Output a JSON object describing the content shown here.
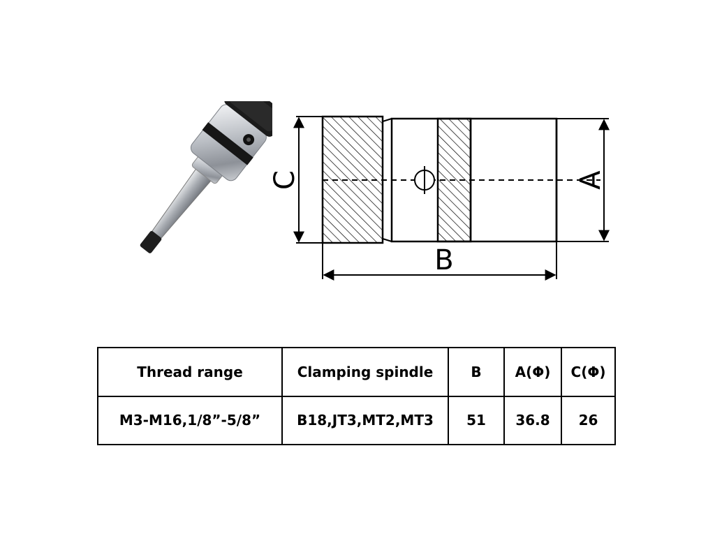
{
  "drawing": {
    "dimension_labels": {
      "a": "A",
      "b": "B",
      "c": "C"
    },
    "hole_symbol": "diameter-symbol"
  },
  "photo": {
    "subject": "tap-chuck-with-morse-taper-shank",
    "colors": {
      "steel": "#b8bcc2",
      "dark": "#1a1a1a"
    }
  },
  "table": {
    "headers": {
      "thread_range": "Thread range",
      "clamping_spindle": "Clamping spindle",
      "b": "B",
      "a": "A(Φ)",
      "c": "C(Φ)"
    },
    "row": {
      "thread_range": "M3-M16,1/8”-5/8”",
      "clamping_spindle": "B18,JT3,MT2,MT3",
      "b": "51",
      "a": "36.8",
      "c": "26"
    }
  }
}
